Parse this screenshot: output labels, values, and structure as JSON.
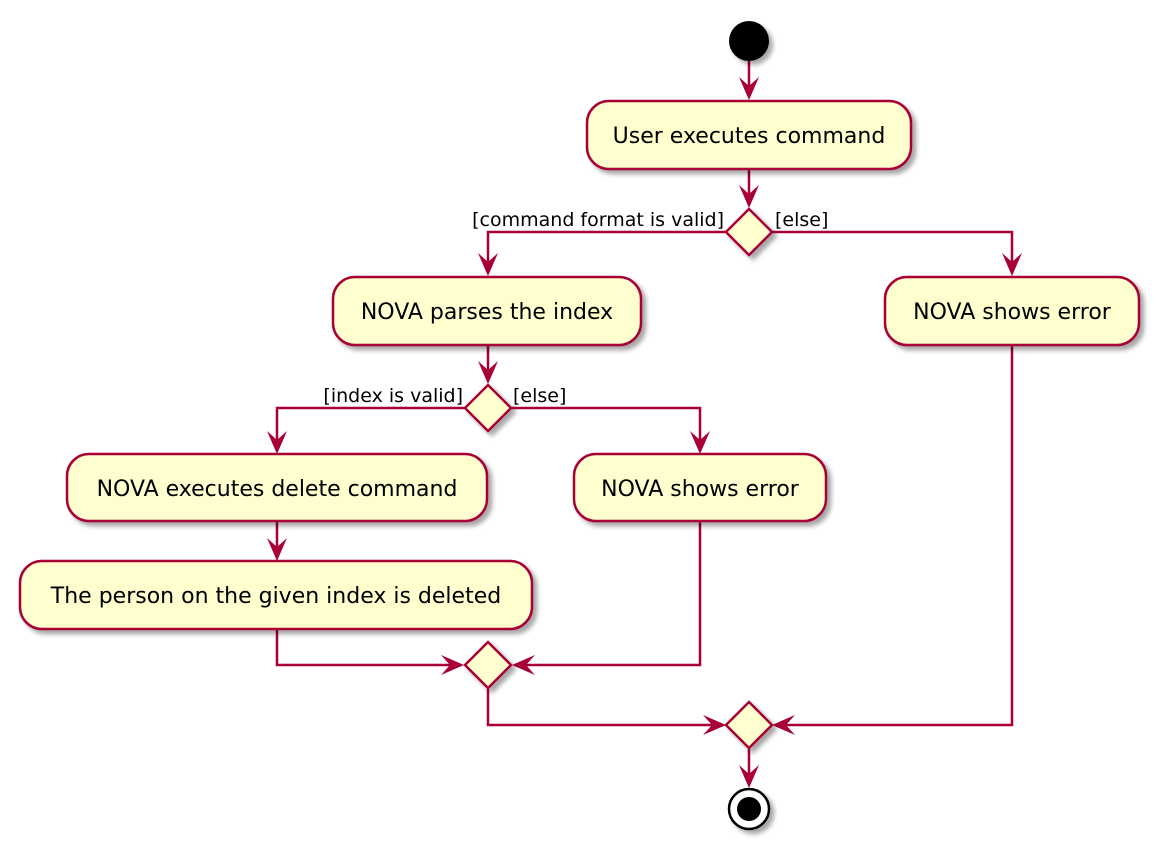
{
  "colors": {
    "node_fill": "#FEFECE",
    "border": "#A80036",
    "shadow": "#c8c8c8",
    "text": "#000000"
  },
  "nodes": {
    "user_executes": "User executes command",
    "parse_index": "NOVA parses the index",
    "shows_error_format": "NOVA shows error",
    "execute_delete": "NOVA executes delete command",
    "shows_error_index": "NOVA shows error",
    "person_deleted": "The person on the given index is deleted"
  },
  "guards": {
    "format_valid": "[command format is valid]",
    "format_else": "[else]",
    "index_valid": "[index is valid]",
    "index_else": "[else]"
  }
}
